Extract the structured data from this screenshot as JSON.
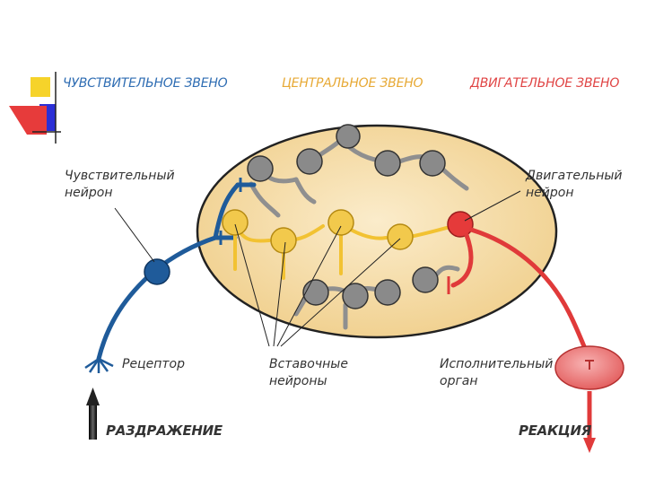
{
  "headers": {
    "sensory": "ЧУВСТВИТЕЛЬНОЕ ЗВЕНО",
    "central": "ЦЕНТРАЛЬНОЕ ЗВЕНО",
    "motor": "ДВИГАТЕЛЬНОЕ ЗВЕНО"
  },
  "labels": {
    "sensory_neuron_line1": "Чувствительный",
    "sensory_neuron_line2": "нейрон",
    "motor_neuron_line1": "Двигательный",
    "motor_neuron_line2": "нейрон",
    "receptor": "Рецептор",
    "interneurons_line1": "Вставочные",
    "interneurons_line2": "нейроны",
    "effector_line1": "Исполнительный",
    "effector_line2": "орган",
    "stimulus": "РАЗДРАЖЕНИЕ",
    "reaction": "РЕАКЦИЯ"
  },
  "colors": {
    "sensory": "#1f5b9a",
    "central": "#f0b429",
    "motor": "#e03a3a",
    "interneuron": "#f2c94c",
    "gray_neuron": "#8a8a8a",
    "oval_fill": "#f4dca8"
  }
}
